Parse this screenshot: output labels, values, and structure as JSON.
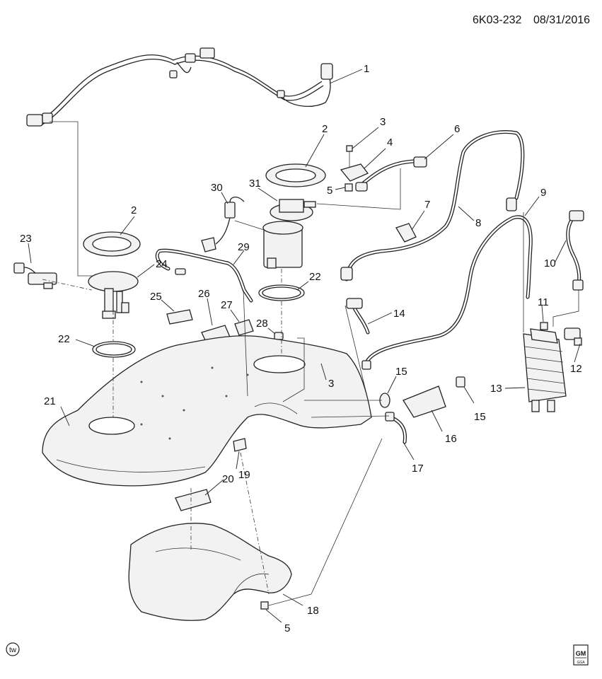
{
  "header": {
    "diagram_code": "6K03-232",
    "date": "08/31/2016"
  },
  "footer": {
    "illustrator_mark": "tw",
    "logo_top": "GM",
    "logo_bottom": "GGA"
  },
  "callouts": [
    {
      "id": "c1",
      "label": "1"
    },
    {
      "id": "c2a",
      "label": "2"
    },
    {
      "id": "c2b",
      "label": "2"
    },
    {
      "id": "c3a",
      "label": "3"
    },
    {
      "id": "c3b",
      "label": "3"
    },
    {
      "id": "c4",
      "label": "4"
    },
    {
      "id": "c5a",
      "label": "5"
    },
    {
      "id": "c5b",
      "label": "5"
    },
    {
      "id": "c6",
      "label": "6"
    },
    {
      "id": "c7",
      "label": "7"
    },
    {
      "id": "c8",
      "label": "8"
    },
    {
      "id": "c9",
      "label": "9"
    },
    {
      "id": "c10",
      "label": "10"
    },
    {
      "id": "c11",
      "label": "11"
    },
    {
      "id": "c12",
      "label": "12"
    },
    {
      "id": "c13",
      "label": "13"
    },
    {
      "id": "c14",
      "label": "14"
    },
    {
      "id": "c15a",
      "label": "15"
    },
    {
      "id": "c15b",
      "label": "15"
    },
    {
      "id": "c16",
      "label": "16"
    },
    {
      "id": "c17",
      "label": "17"
    },
    {
      "id": "c18",
      "label": "18"
    },
    {
      "id": "c19",
      "label": "19"
    },
    {
      "id": "c20",
      "label": "20"
    },
    {
      "id": "c21",
      "label": "21"
    },
    {
      "id": "c22a",
      "label": "22"
    },
    {
      "id": "c22b",
      "label": "22"
    },
    {
      "id": "c23",
      "label": "23"
    },
    {
      "id": "c24",
      "label": "24"
    },
    {
      "id": "c25",
      "label": "25"
    },
    {
      "id": "c26",
      "label": "26"
    },
    {
      "id": "c27",
      "label": "27"
    },
    {
      "id": "c28",
      "label": "28"
    },
    {
      "id": "c29",
      "label": "29"
    },
    {
      "id": "c30",
      "label": "30"
    },
    {
      "id": "c31",
      "label": "31"
    }
  ]
}
